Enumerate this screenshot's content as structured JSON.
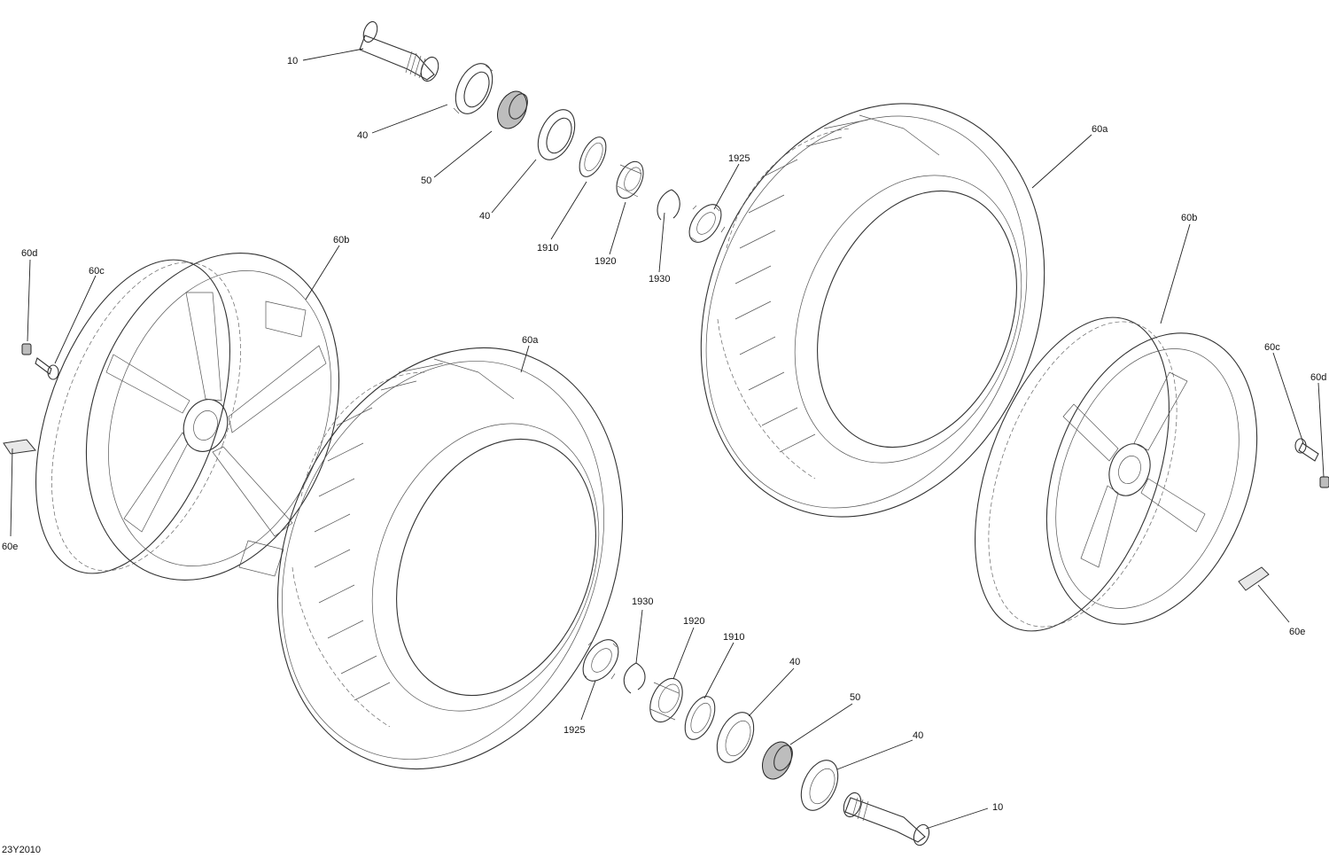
{
  "diagram": {
    "figure_code": "23Y2010",
    "callouts": {
      "top_10": "10",
      "top_40a": "40",
      "top_50": "50",
      "top_40b": "40",
      "top_1910": "1910",
      "top_1920": "1920",
      "top_1925": "1925",
      "top_1930": "1930",
      "left_60d": "60d",
      "left_60c": "60c",
      "left_60b": "60b",
      "left_60e": "60e",
      "front_60a": "60a",
      "rear_60a": "60a",
      "right_60b": "60b",
      "right_60c": "60c",
      "right_60d": "60d",
      "right_60e": "60e",
      "bot_1930": "1930",
      "bot_1920": "1920",
      "bot_1910": "1910",
      "bot_40a": "40",
      "bot_50": "50",
      "bot_40b": "40",
      "bot_1925": "1925",
      "bot_10": "10"
    }
  }
}
